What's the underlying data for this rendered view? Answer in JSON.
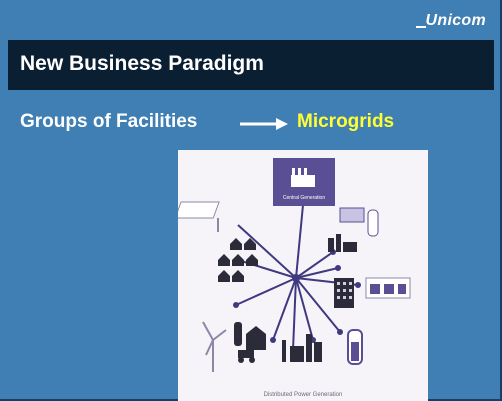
{
  "slide": {
    "logo": "Unicom",
    "title": "New Business Paradigm",
    "subtitle": "Groups of Facilities",
    "highlight": "Microgrids"
  },
  "figure": {
    "central_label": "Central Generation",
    "caption": "Distributed Power Generation",
    "accent_color": "#5a4f94",
    "icon_color": "#2b2b3a"
  }
}
